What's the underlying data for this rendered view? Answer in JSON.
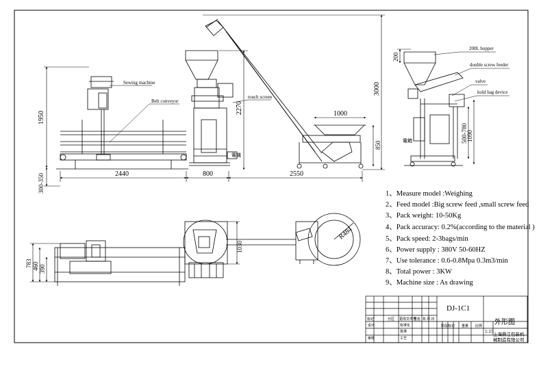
{
  "labels": {
    "sewing_machine": "Sewing machine",
    "belt_conveyor": "Belt conveyor",
    "touch_screen": "touch screen",
    "electric": "電機",
    "hopper": "200L hopper",
    "double_screw": "double screw feeder",
    "valve": "valve",
    "hold_bag": "hold bag device",
    "electric_box": "電箱",
    "radius": "R484"
  },
  "dimensions": {
    "d1950": "1950",
    "d300_350": "300-350",
    "d2440": "2440",
    "d800": "800",
    "d2550": "2550",
    "d2270": "2270",
    "d3000": "3000",
    "d1000": "1000",
    "d850": "850",
    "d200": "200",
    "d500_780": "500-780",
    "d1090": "1090",
    "d783": "783",
    "d460": "460",
    "d390": "390",
    "d1030": "1030"
  },
  "specs": [
    "1、Measure model :Weighing",
    "2、Feed model :Big screw feed ,small screw feed",
    "3、Pack weight: 10-50Kg",
    "4、Pack accuracy: 0.2%(according to the material )",
    "5、Pack speed: 2-3bags/min",
    "6、Power supply : 380V  50-60HZ",
    "7、Use tolerance : 0.6-0.8Mpa  0.3m3/min",
    "8、Total power : 3KW",
    "9、Machine size : As drawing"
  ],
  "title_block": {
    "model": "DJ-1C1",
    "drawing_name": "外形图",
    "scale": "1:15",
    "company_line1": "上海鼎江包装机",
    "company_line2": "械制造有限公司",
    "row_labels": [
      "标记",
      "分区",
      "更改文件号",
      "签名",
      "年.月.日"
    ],
    "design": "设计",
    "standard": "标准化",
    "review": "审核",
    "process": "工艺",
    "approve": "批准",
    "stage_mark": "阶段标记",
    "weight": "重量",
    "ratio": "比例"
  }
}
